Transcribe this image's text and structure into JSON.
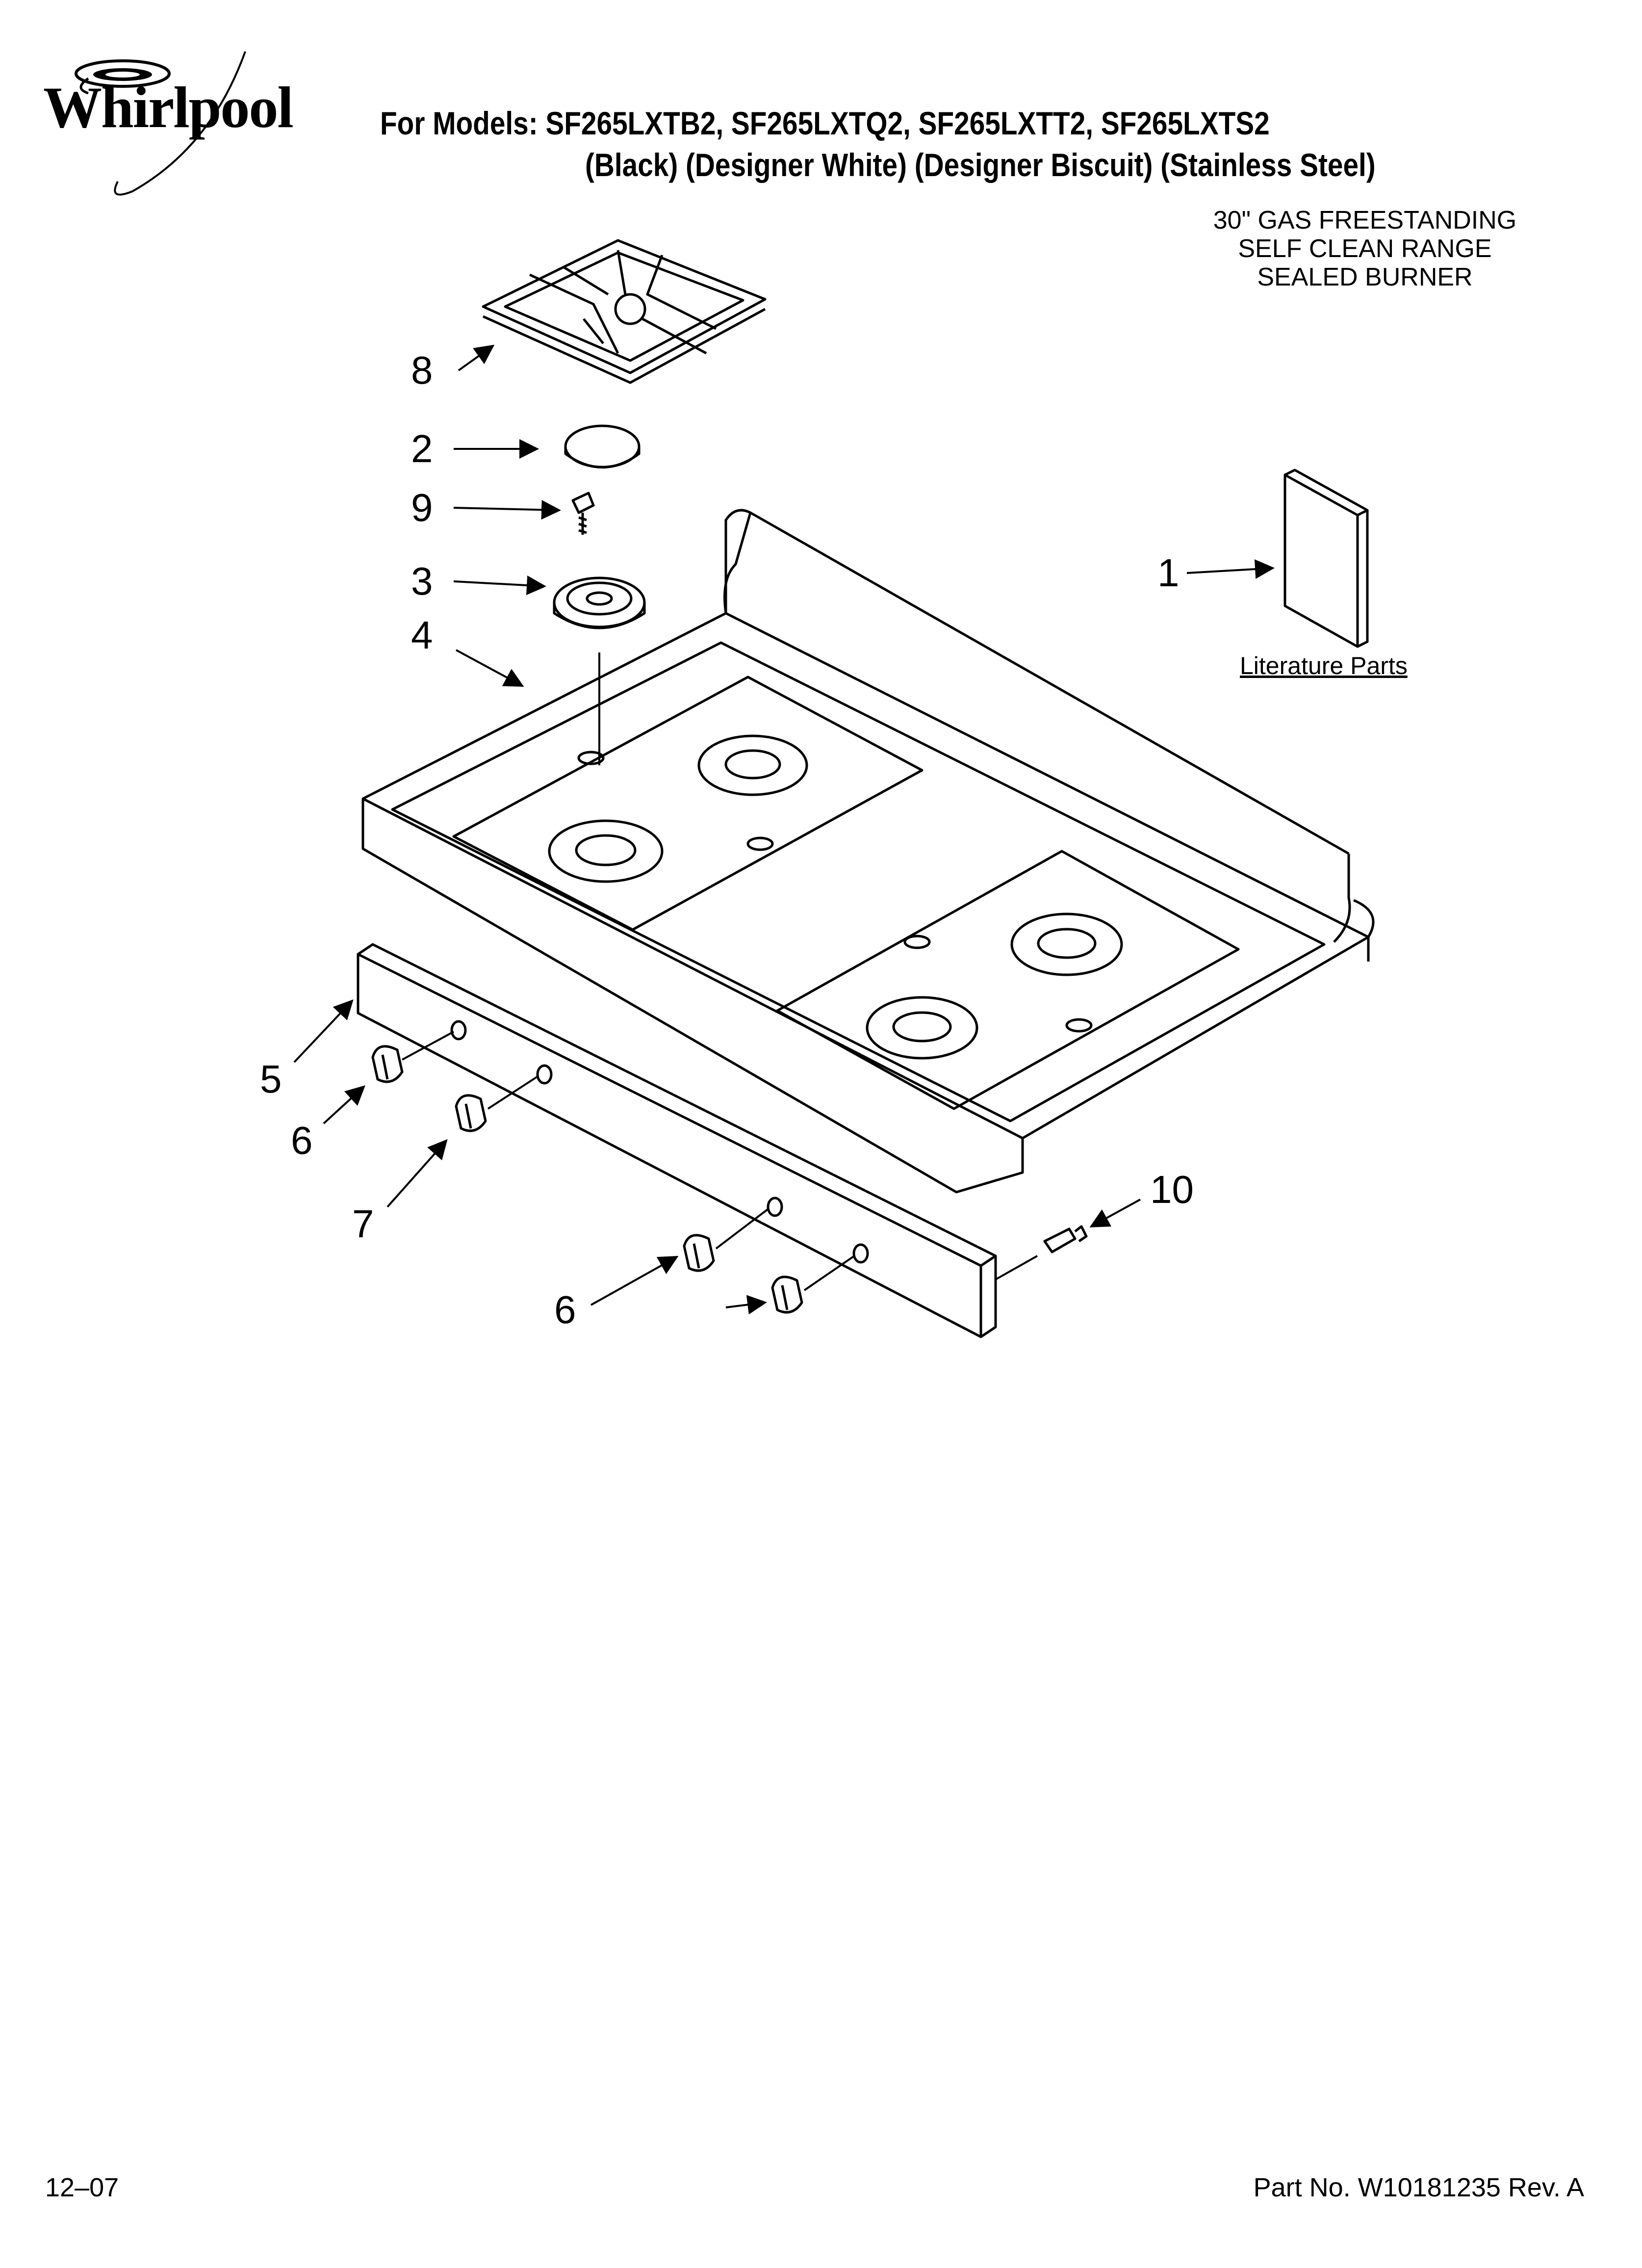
{
  "brand": {
    "logo_text": "Whirlpool"
  },
  "header": {
    "models_line": "For Models: SF265LXTB2, SF265LXTQ2, SF265LXTT2, SF265LXTS2",
    "colors_line": "(Black) (Designer White) (Designer Biscuit) (Stainless Steel)"
  },
  "description": [
    "30\" GAS FREESTANDING",
    "SELF CLEAN RANGE",
    "SEALED BURNER"
  ],
  "literature_label": "Literature Parts",
  "callouts": {
    "c8": "8",
    "c2": "2",
    "c9": "9",
    "c3": "3",
    "c4": "4",
    "c1": "1",
    "c5": "5",
    "c6a": "6",
    "c7": "7",
    "c6b": "6",
    "c10": "10"
  },
  "footer": {
    "date": "12–07",
    "part_number": "Part No. W10181235 Rev. A"
  }
}
